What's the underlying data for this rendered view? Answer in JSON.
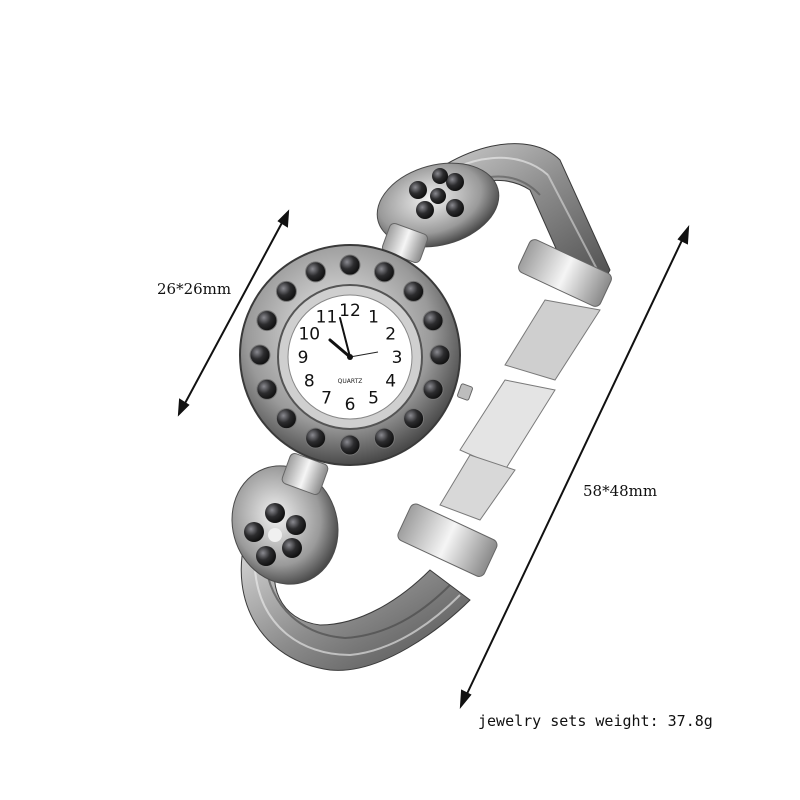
{
  "dimensions": {
    "face": "26*26mm",
    "bracelet": "58*48mm"
  },
  "weight_text": "jewelry sets weight: 37.8g",
  "watch": {
    "dial_numbers": [
      "12",
      "1",
      "2",
      "3",
      "4",
      "5",
      "6",
      "7",
      "8",
      "9",
      "10",
      "11"
    ],
    "dial_brand": "QUARTZ"
  },
  "colors": {
    "background": "#ffffff",
    "silver_light": "#e8e8e8",
    "silver_mid": "#b0b0b0",
    "silver_dark": "#5a5a5a",
    "stone": "#2c2c2e",
    "dial": "#ffffff",
    "arrow": "#111111"
  }
}
